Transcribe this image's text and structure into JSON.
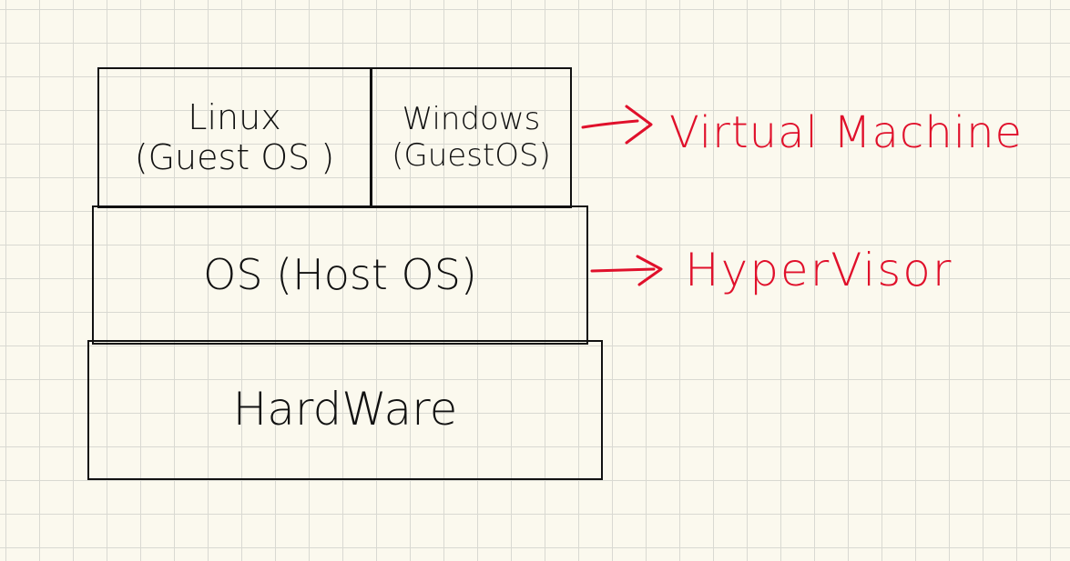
{
  "layers": {
    "linux": {
      "line1": "Linux",
      "line2": "(Guest OS )"
    },
    "windows": {
      "line1": "Windows",
      "line2": "(GuestOS)"
    },
    "host_os": {
      "text": "OS (Host OS)"
    },
    "hardware": {
      "text": "HardWare"
    }
  },
  "annotations": {
    "virtual_machine": "Virtual Machine",
    "hypervisor": "HyperVisor"
  },
  "colors": {
    "ink": "#111111",
    "annotation": "#e0102b",
    "paper": "#fbf9ee",
    "grid": "#d9d9d2"
  }
}
